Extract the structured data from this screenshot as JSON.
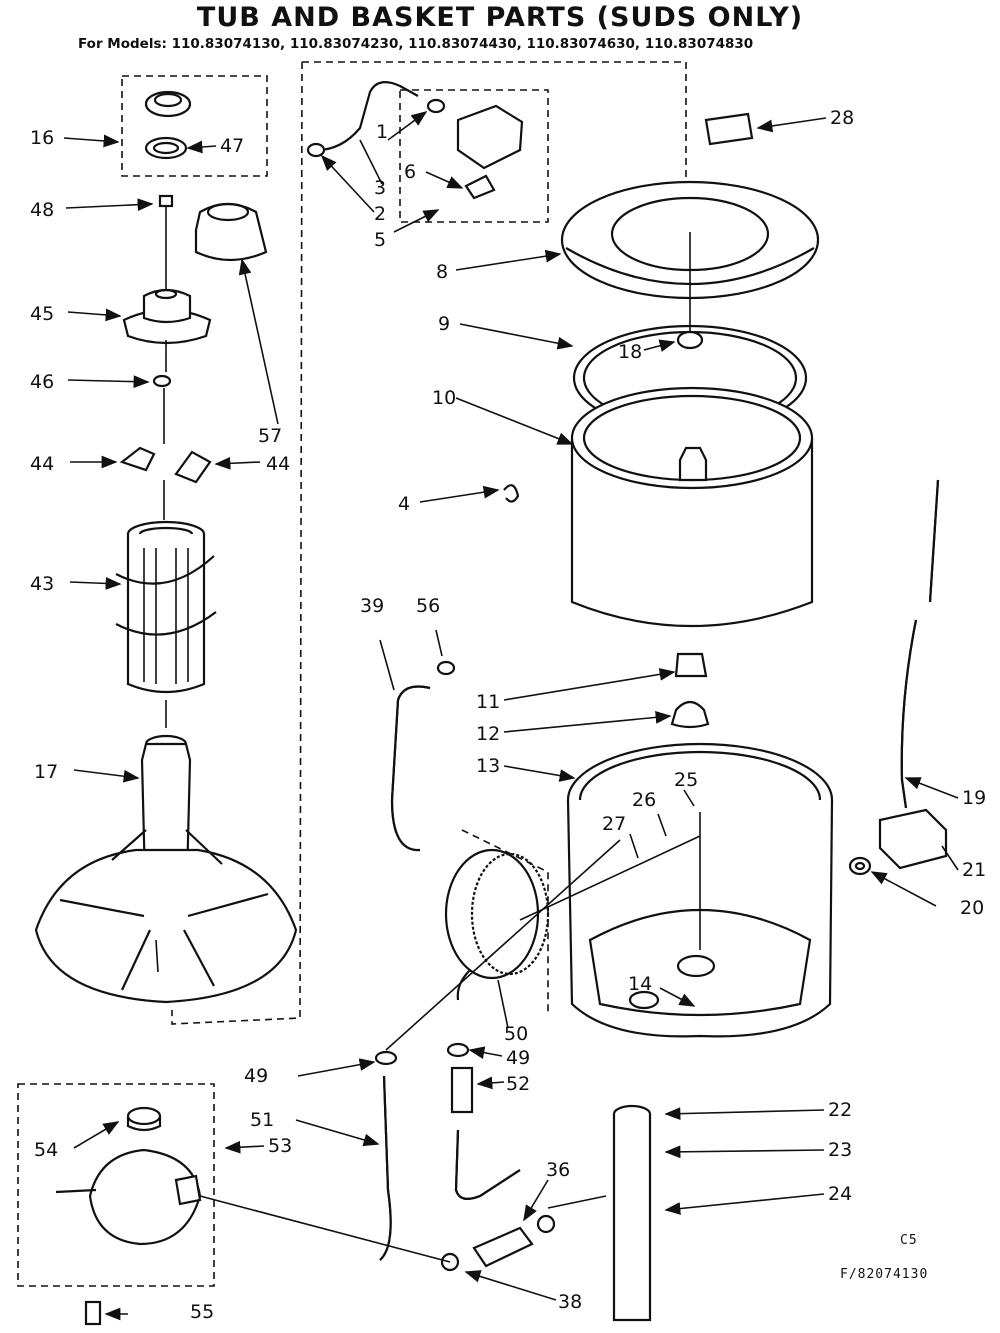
{
  "title": "TUB AND BASKET PARTS (SUDS ONLY)",
  "subtitle": "For Models: 110.83074130, 110.83074230, 110.83074430, 110.83074630, 110.83074830",
  "diagram_code": "C5",
  "diagram_number": "F/82074130",
  "labels": {
    "p1": "1",
    "p2": "2",
    "p3": "3",
    "p4": "4",
    "p5": "5",
    "p6": "6",
    "p8": "8",
    "p9": "9",
    "p10": "10",
    "p11": "11",
    "p12": "12",
    "p13": "13",
    "p14": "14",
    "p16": "16",
    "p17": "17",
    "p18": "18",
    "p19": "19",
    "p20": "20",
    "p21": "21",
    "p22": "22",
    "p23": "23",
    "p24": "24",
    "p25": "25",
    "p26": "26",
    "p27": "27",
    "p28": "28",
    "p36": "36",
    "p38": "38",
    "p39": "39",
    "p43": "43",
    "p44a": "44",
    "p44b": "44",
    "p45": "45",
    "p46": "46",
    "p47": "47",
    "p48": "48",
    "p49a": "49",
    "p49b": "49",
    "p50": "50",
    "p51": "51",
    "p52": "52",
    "p53": "53",
    "p54": "54",
    "p55": "55",
    "p56": "56",
    "p57": "57"
  }
}
